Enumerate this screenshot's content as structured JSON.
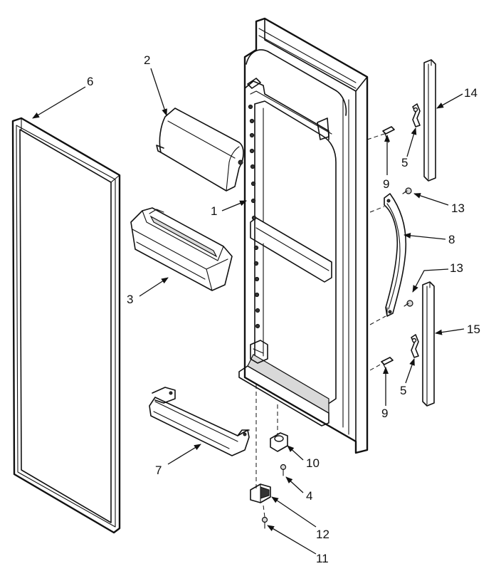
{
  "labels": {
    "p1": "1",
    "p2": "2",
    "p3": "3",
    "p4": "4",
    "p5a": "5",
    "p5b": "5",
    "p6": "6",
    "p7": "7",
    "p8": "8",
    "p9a": "9",
    "p9b": "9",
    "p10": "10",
    "p11": "11",
    "p12": "12",
    "p13a": "13",
    "p13b": "13",
    "p14": "14",
    "p15": "15"
  }
}
